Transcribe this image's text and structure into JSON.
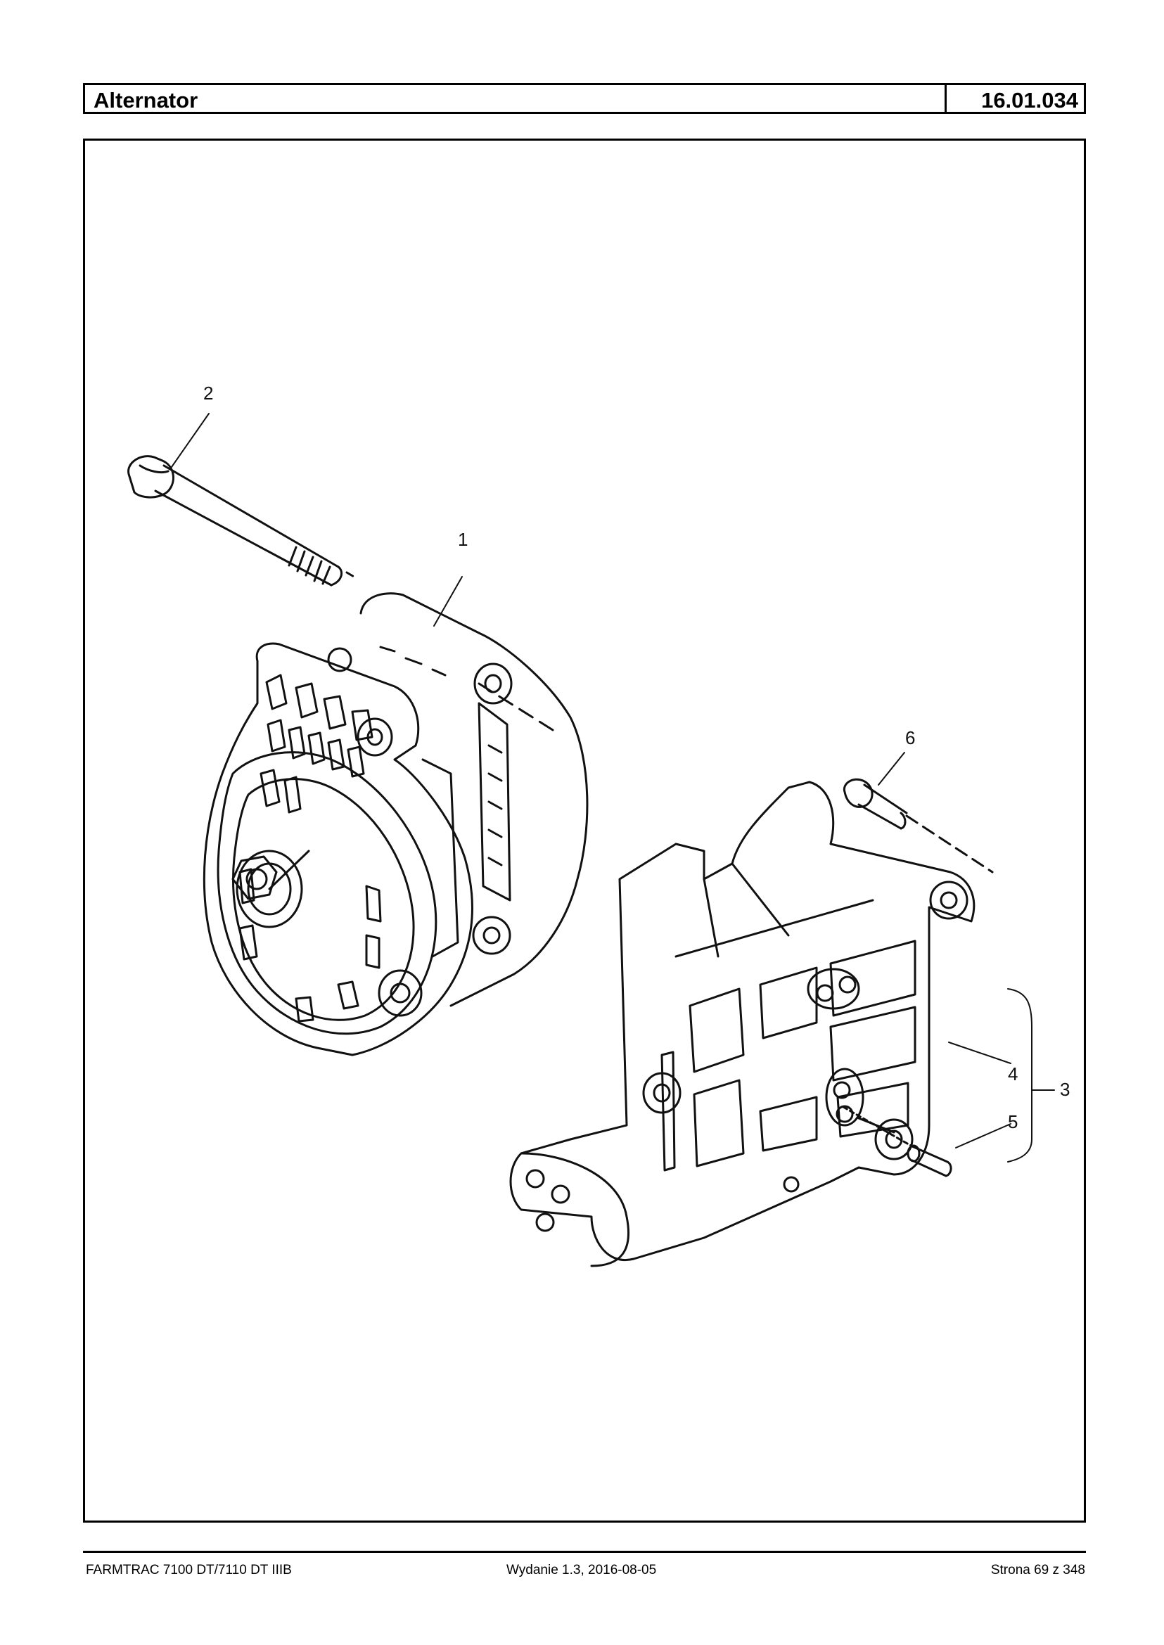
{
  "header": {
    "title": "Alternator",
    "code": "16.01.034"
  },
  "diagram": {
    "callouts": [
      "1",
      "2",
      "3",
      "4",
      "5",
      "6"
    ]
  },
  "footer": {
    "model": "FARMTRAC 7100 DT/7110 DT IIIB",
    "edition": "Wydanie 1.3,  2016-08-05",
    "page": "Strona 69 z 348"
  }
}
